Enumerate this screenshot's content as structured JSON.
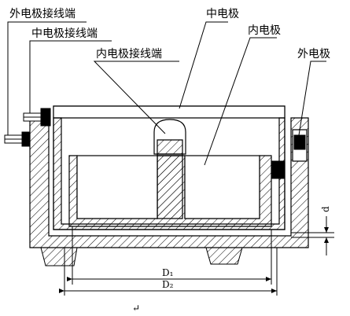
{
  "labels": {
    "outer_terminal": "外电极接线端",
    "middle_terminal": "中电极接线端",
    "inner_terminal": "内电极接线端",
    "middle_electrode": "中电极",
    "inner_electrode": "内电极",
    "outer_electrode": "外电极"
  },
  "dimensions": {
    "d1": "D₁",
    "d2": "D₂",
    "gap": "d"
  },
  "footer_mark": "↵",
  "colors": {
    "stroke": "#000000",
    "background": "#ffffff"
  }
}
